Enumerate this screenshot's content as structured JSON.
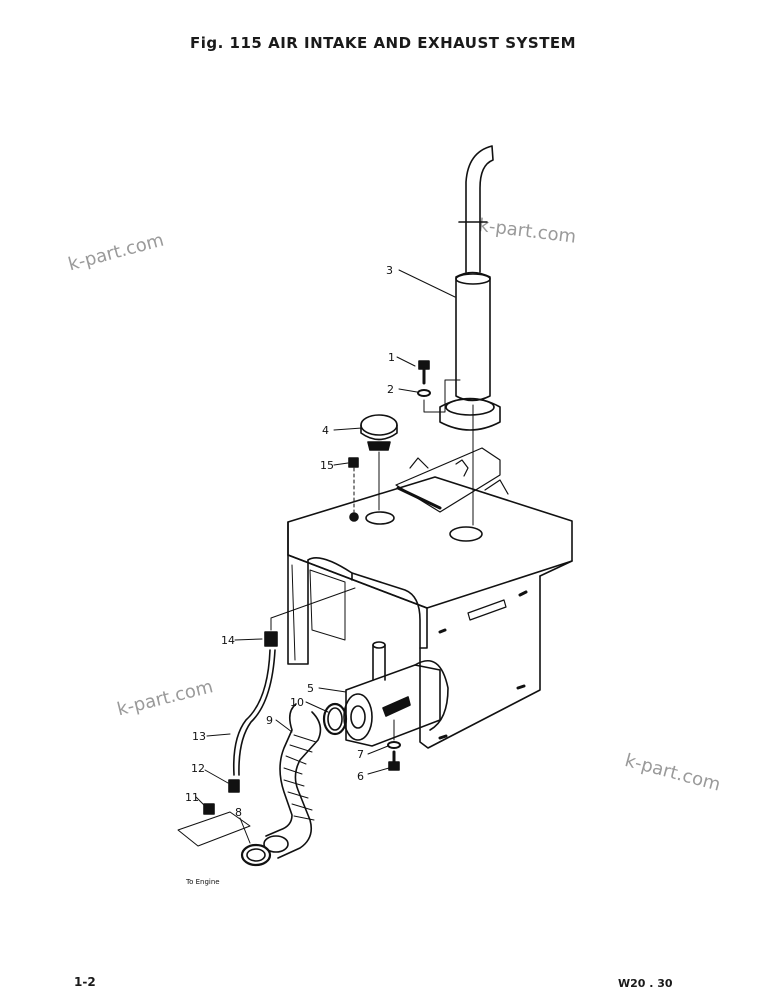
{
  "title": "Fig. 115 AIR INTAKE AND EXHAUST SYSTEM",
  "footer": {
    "page_number": "1-2",
    "doc_code": "W20 . 30"
  },
  "watermark": "k-part.com",
  "engine_label": "To Engine",
  "parts": {
    "p1": "1",
    "p2": "2",
    "p3": "3",
    "p4": "4",
    "p5": "5",
    "p6": "6",
    "p7": "7",
    "p8": "8",
    "p9": "9",
    "p10": "10",
    "p11": "11",
    "p12": "12",
    "p13": "13",
    "p14": "14",
    "p15": "15"
  }
}
